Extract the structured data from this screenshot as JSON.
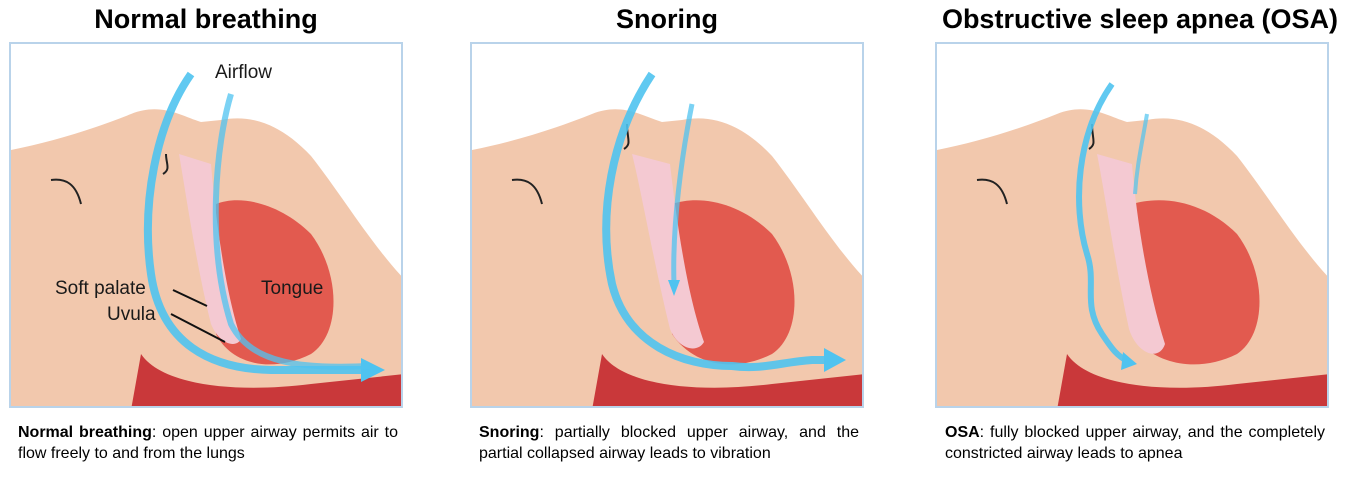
{
  "panels": [
    {
      "title": "Normal breathing",
      "labels": {
        "airflow": "Airflow",
        "soft_palate": "Soft palate",
        "uvula": "Uvula",
        "tongue": "Tongue"
      },
      "caption_term": "Normal breathing",
      "caption_text": ": open upper airway permits air to flow freely to and from the lungs"
    },
    {
      "title": "Snoring",
      "caption_term": "Snoring",
      "caption_text": ": partially blocked upper airway, and the partial collapsed airway leads to vibration"
    },
    {
      "title": "Obstructive sleep apnea (OSA)",
      "caption_term": "OSA",
      "caption_text": ": fully blocked upper airway, and the completely constricted airway leads to apnea"
    }
  ],
  "colors": {
    "frame_border": "#b9d3ea",
    "skin": "#f2c8ad",
    "throat": "#c9383a",
    "tongue": "#e25a4f",
    "palate": "#f4c9d2",
    "airflow": "#4fc3f0"
  }
}
